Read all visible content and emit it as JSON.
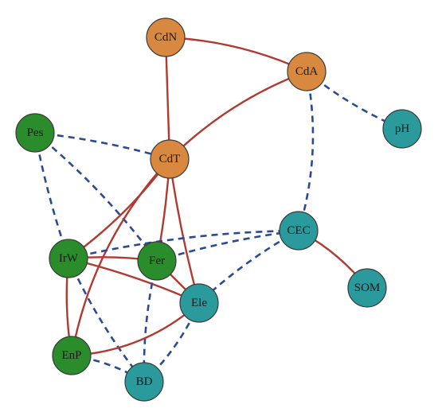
{
  "colors": {
    "positive_edge": "#b03a30",
    "negative_edge": "#2b4a94",
    "groups": {
      "cadmium": "#d9893f",
      "management": "#2a8c2a",
      "soil": "#2a9a9c"
    }
  },
  "nodes": [
    {
      "id": "CdN",
      "label": "CdN",
      "group": "cadmium"
    },
    {
      "id": "CdA",
      "label": "CdA",
      "group": "cadmium"
    },
    {
      "id": "CdT",
      "label": "CdT",
      "group": "cadmium"
    },
    {
      "id": "pH",
      "label": "pH",
      "group": "soil"
    },
    {
      "id": "Pes",
      "label": "Pes",
      "group": "management"
    },
    {
      "id": "CEC",
      "label": "CEC",
      "group": "soil"
    },
    {
      "id": "IrW",
      "label": "IrW",
      "group": "management"
    },
    {
      "id": "Fer",
      "label": "Fer",
      "group": "management"
    },
    {
      "id": "SOM",
      "label": "SOM",
      "group": "soil"
    },
    {
      "id": "Ele",
      "label": "Ele",
      "group": "soil"
    },
    {
      "id": "EnP",
      "label": "EnP",
      "group": "management"
    },
    {
      "id": "BD",
      "label": "BD",
      "group": "soil"
    }
  ],
  "edges": [
    {
      "source": "CdN",
      "target": "CdA",
      "sign": "positive"
    },
    {
      "source": "CdN",
      "target": "CdT",
      "sign": "positive"
    },
    {
      "source": "CdA",
      "target": "CdT",
      "sign": "positive"
    },
    {
      "source": "CdA",
      "target": "pH",
      "sign": "negative"
    },
    {
      "source": "CdA",
      "target": "CEC",
      "sign": "negative"
    },
    {
      "source": "Pes",
      "target": "CdT",
      "sign": "negative"
    },
    {
      "source": "Pes",
      "target": "IrW",
      "sign": "negative"
    },
    {
      "source": "Pes",
      "target": "Fer",
      "sign": "negative"
    },
    {
      "source": "CdT",
      "target": "IrW",
      "sign": "positive"
    },
    {
      "source": "CdT",
      "target": "Fer",
      "sign": "positive"
    },
    {
      "source": "CdT",
      "target": "Ele",
      "sign": "positive"
    },
    {
      "source": "CdT",
      "target": "EnP",
      "sign": "positive"
    },
    {
      "source": "IrW",
      "target": "Fer",
      "sign": "positive"
    },
    {
      "source": "IrW",
      "target": "Ele",
      "sign": "positive"
    },
    {
      "source": "IrW",
      "target": "EnP",
      "sign": "positive"
    },
    {
      "source": "IrW",
      "target": "CEC",
      "sign": "negative"
    },
    {
      "source": "Fer",
      "target": "Ele",
      "sign": "positive"
    },
    {
      "source": "Fer",
      "target": "BD",
      "sign": "negative"
    },
    {
      "source": "Fer",
      "target": "CEC",
      "sign": "negative"
    },
    {
      "source": "IrW",
      "target": "BD",
      "sign": "negative"
    },
    {
      "source": "CEC",
      "target": "SOM",
      "sign": "positive"
    },
    {
      "source": "CEC",
      "target": "Ele",
      "sign": "negative"
    },
    {
      "source": "Ele",
      "target": "EnP",
      "sign": "positive"
    },
    {
      "source": "Ele",
      "target": "BD",
      "sign": "negative"
    },
    {
      "source": "EnP",
      "target": "BD",
      "sign": "negative"
    }
  ]
}
